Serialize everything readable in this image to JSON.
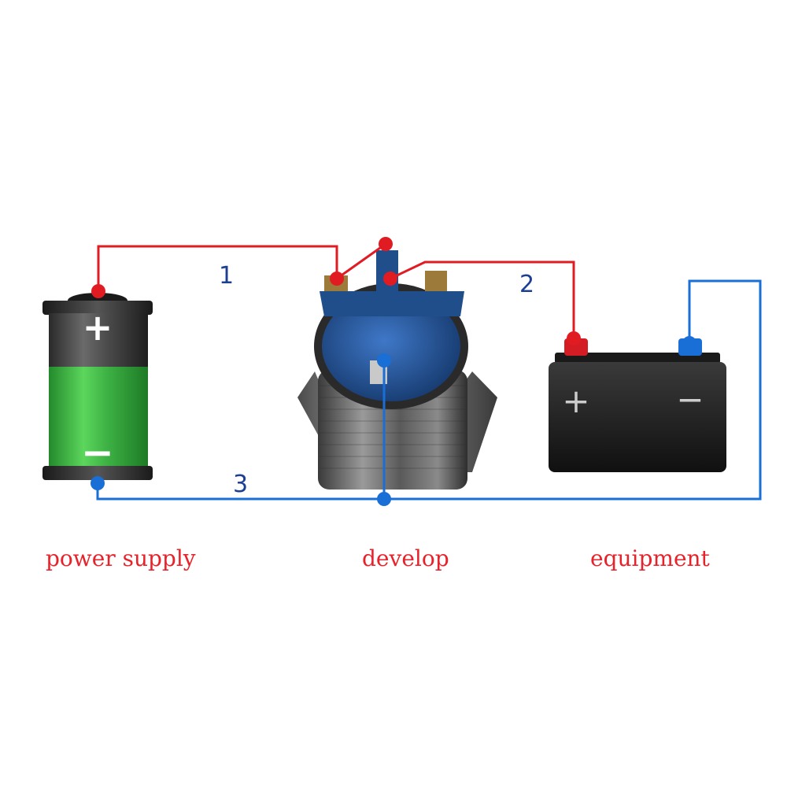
{
  "wires": {
    "label_1": "1",
    "label_2": "2",
    "label_3": "3",
    "positive_color": "#e11b22",
    "negative_color": "#1a6fd6"
  },
  "battery": {
    "plus_symbol": "+",
    "minus_symbol": "−",
    "fill_color": "#3cb043"
  },
  "switch": {
    "body_color": "#1f4e8a"
  },
  "equipment": {
    "plus_symbol": "+",
    "minus_symbol": "−"
  },
  "captions": {
    "power_supply": "power supply",
    "develop": "develop",
    "equipment": "equipment"
  }
}
